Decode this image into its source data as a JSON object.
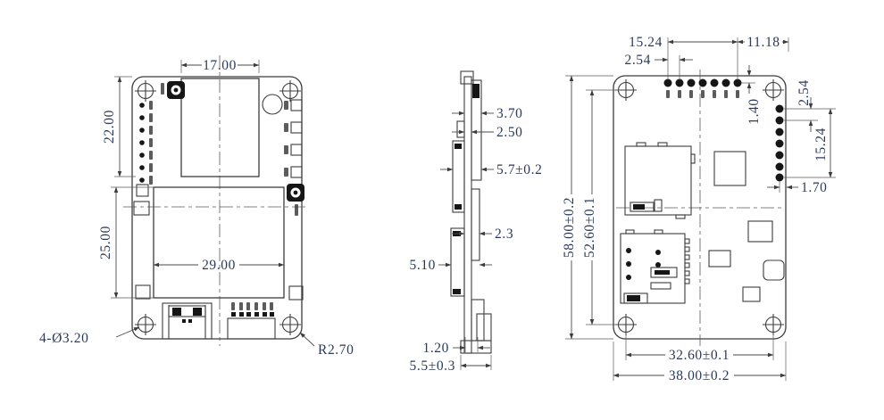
{
  "front": {
    "shield_width": "17.00",
    "upper_section_height": "22.00",
    "lower_section_height": "25.00",
    "main_shield_width": "29.00",
    "mounting_hole_note": "4-Ø3.20",
    "corner_radius": "R2.70"
  },
  "side": {
    "top_component_thickness": "3.70",
    "pcb_thickness": "2.50",
    "top_stack_height": "5.7±0.2",
    "mid_component_thickness": "2.3",
    "mid_stack_height": "5.10",
    "bottom_offset": "1.20",
    "bottom_stack_height": "5.5±0.3"
  },
  "back": {
    "top_pin_row_span": "15.24",
    "top_pin_pitch": "2.54",
    "top_row_to_edge": "11.18",
    "top_row_inset": "1.40",
    "side_pin_pitch": "2.54",
    "side_pin_span": "15.24",
    "side_col_inset": "1.70",
    "board_height": "58.00±0.2",
    "hole_span_vertical": "52.60±0.1",
    "hole_span_horizontal": "32.60±0.1",
    "board_width": "38.00±0.2"
  }
}
